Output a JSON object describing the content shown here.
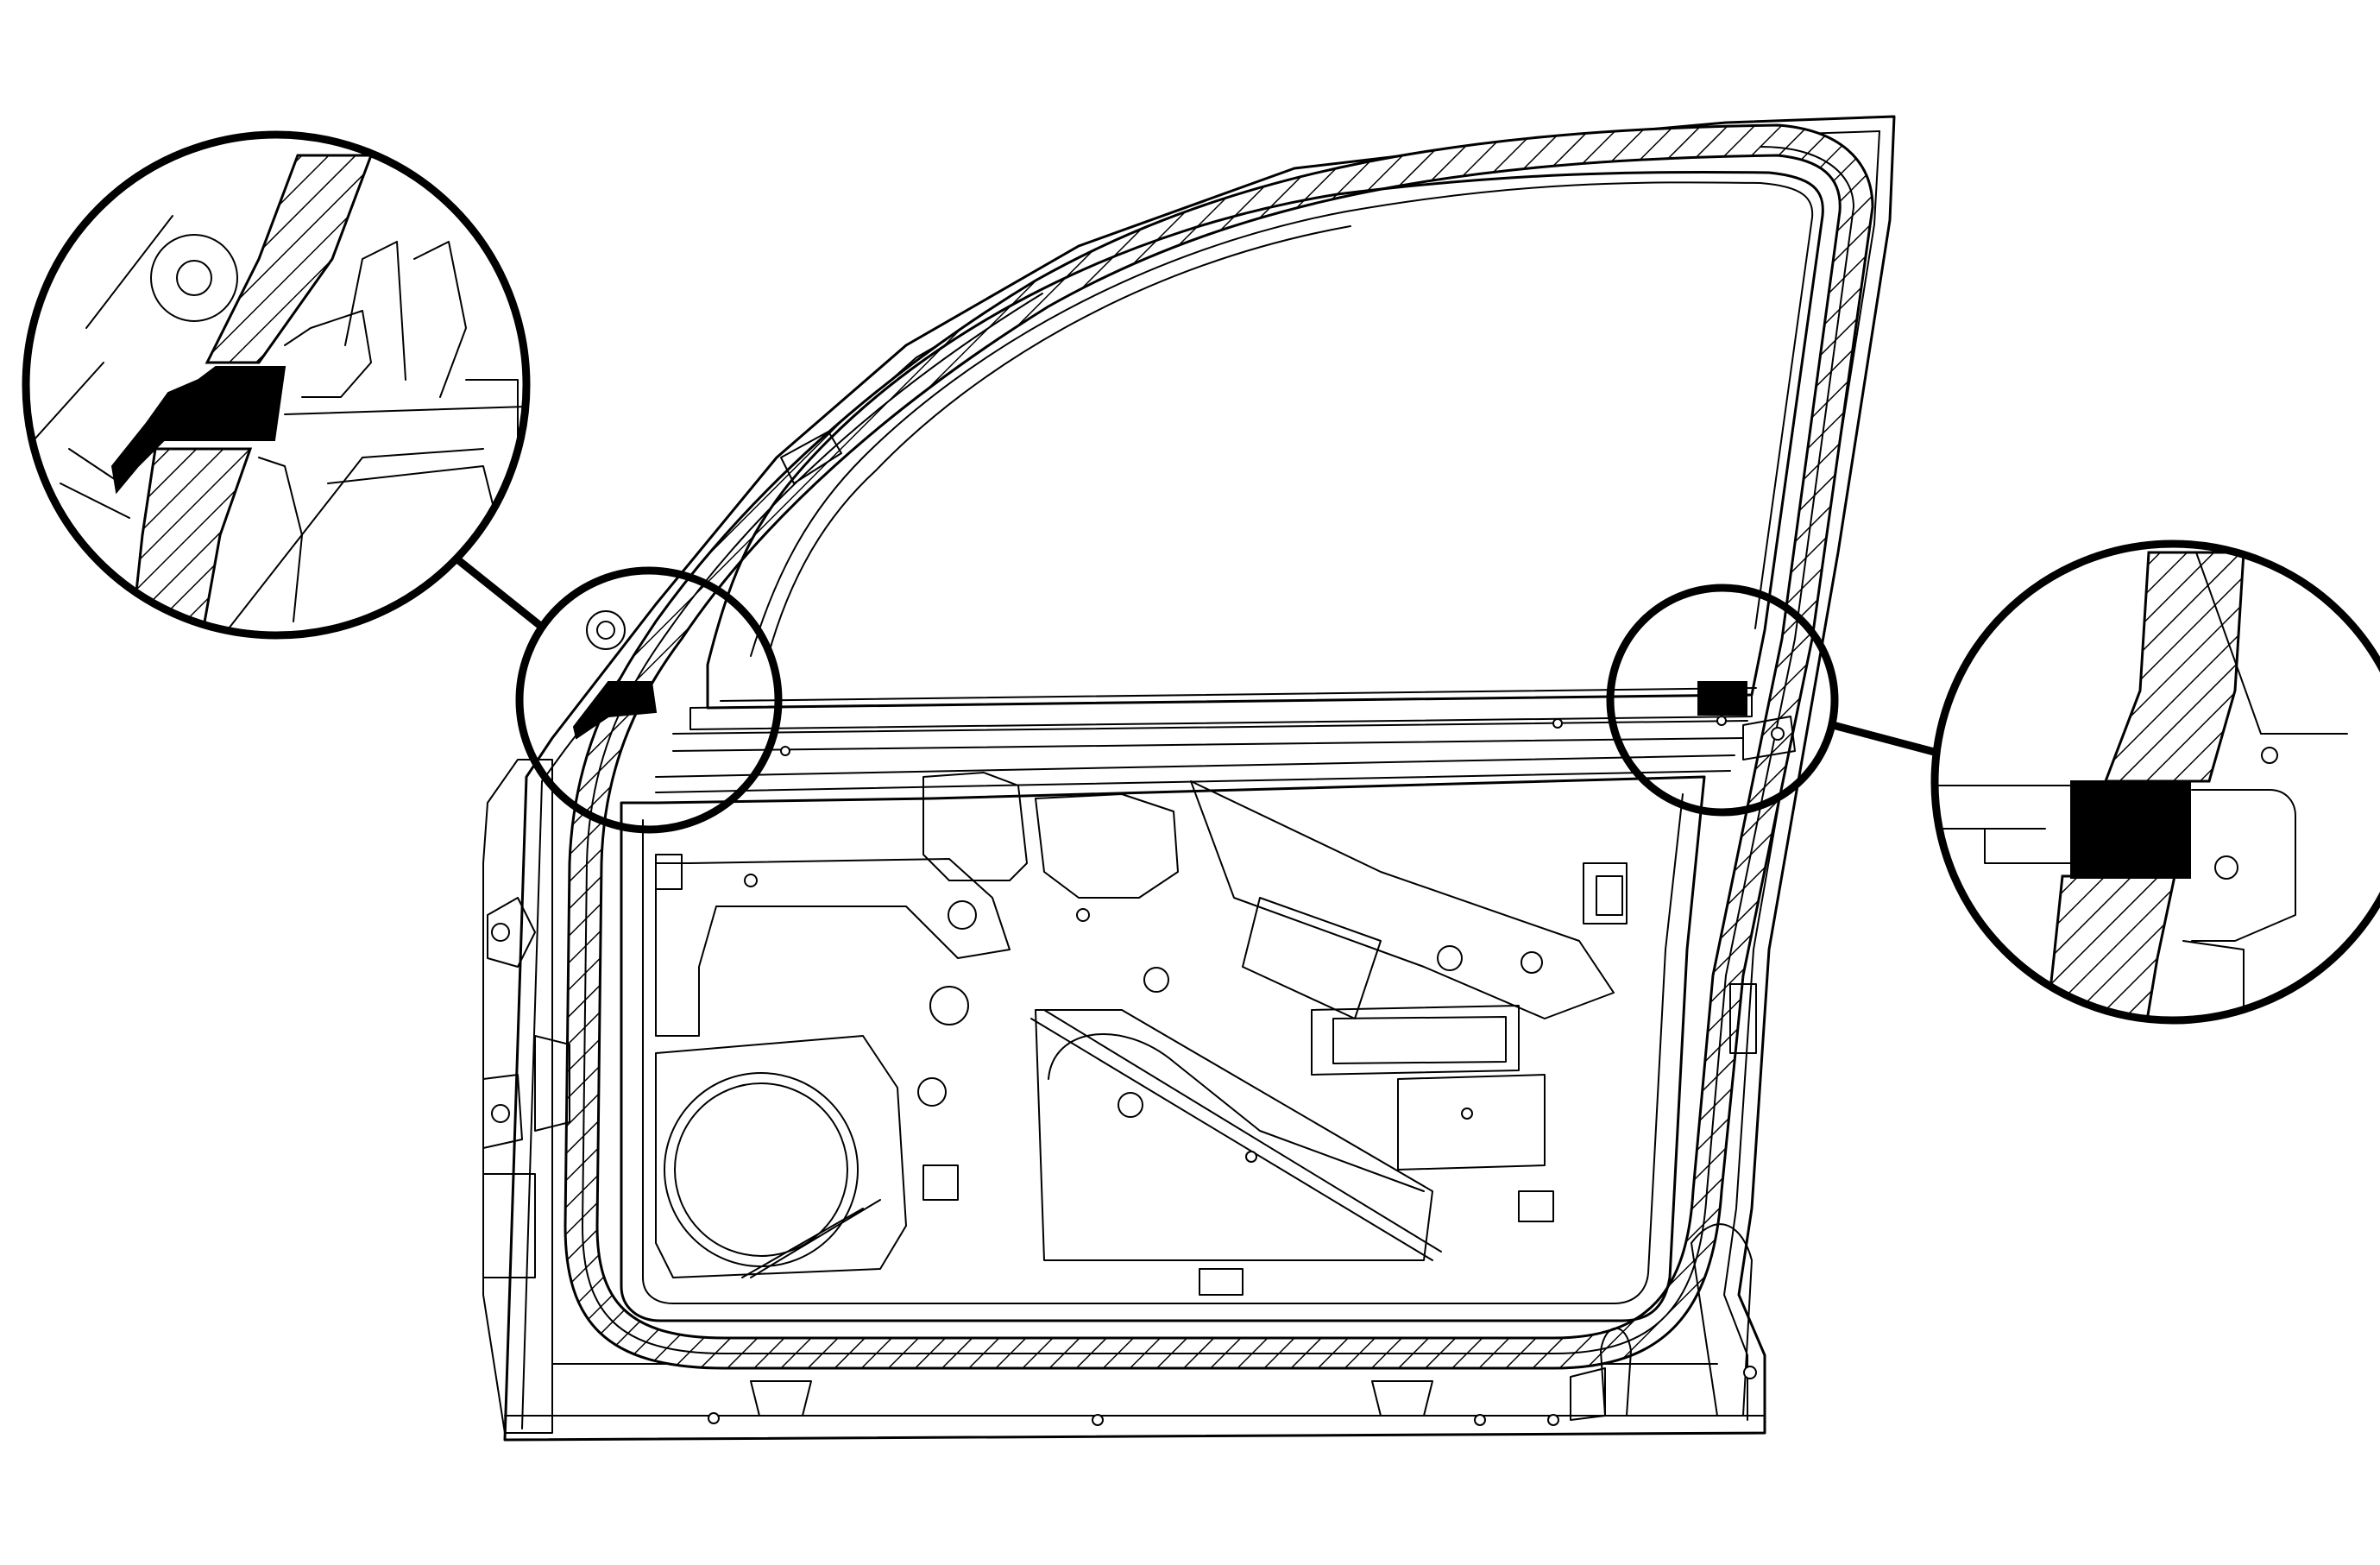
{
  "diagram": {
    "subject": "front-door-weatherstrip",
    "callouts": [
      {
        "id": "front-joint",
        "icon": "magnifier-callout-icon"
      },
      {
        "id": "rear-joint",
        "icon": "magnifier-callout-icon"
      }
    ],
    "colors": {
      "line": "#000000",
      "background": "#ffffff",
      "highlight": "#000000"
    }
  }
}
